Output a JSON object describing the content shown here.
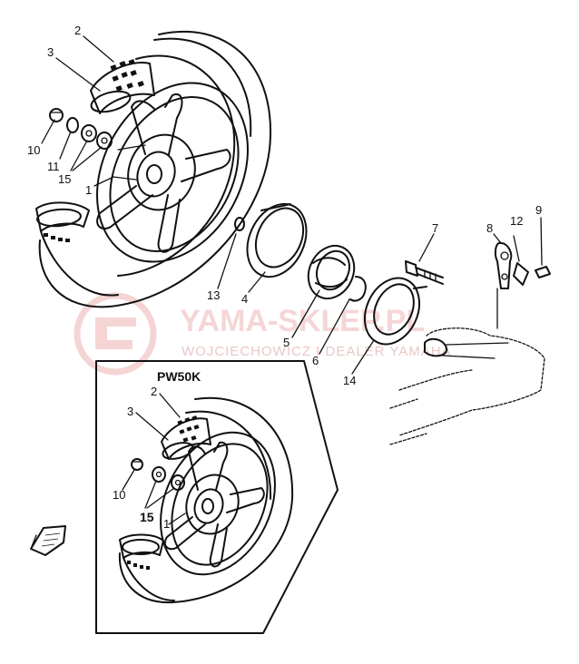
{
  "inset_title": "PW50K",
  "watermark": {
    "brand": "YAMA-SKLEP.PL",
    "tagline": "WOJCIECHOWICZ I DEALER YAMAHA"
  },
  "callouts": {
    "main": [
      "2",
      "3",
      "10",
      "11",
      "15",
      "1",
      "13",
      "4",
      "5",
      "6",
      "14",
      "7",
      "8",
      "12",
      "9"
    ],
    "inset": [
      "2",
      "3",
      "10",
      "15",
      "1"
    ]
  },
  "colors": {
    "ink": "#111111",
    "watermark": "#f2c9c9"
  },
  "icons": [
    "front-arrow-icon",
    "watermark-logo-icon"
  ]
}
